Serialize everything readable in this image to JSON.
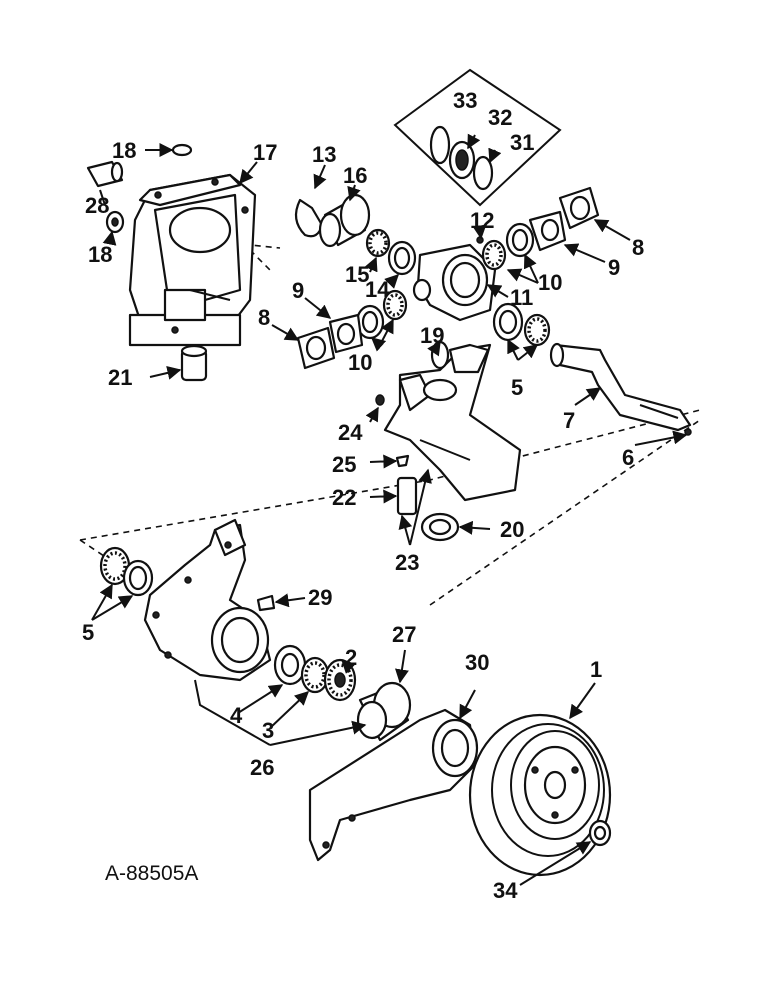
{
  "figure_id": "A-88505A",
  "callouts": {
    "c1": "1",
    "c2": "2",
    "c3": "3",
    "c4": "4",
    "c5a": "5",
    "c5b": "5",
    "c6": "6",
    "c7": "7",
    "c8a": "8",
    "c8b": "8",
    "c9a": "9",
    "c9b": "9",
    "c10a": "10",
    "c10b": "10",
    "c11": "11",
    "c12": "12",
    "c13": "13",
    "c14": "14",
    "c15": "15",
    "c16": "16",
    "c17": "17",
    "c18a": "18",
    "c18b": "18",
    "c19": "19",
    "c20": "20",
    "c21": "21",
    "c22": "22",
    "c23": "23",
    "c24": "24",
    "c25": "25",
    "c26": "26",
    "c27": "27",
    "c28": "28",
    "c29": "29",
    "c30": "30",
    "c31": "31",
    "c32": "32",
    "c33": "33",
    "c34": "34"
  }
}
